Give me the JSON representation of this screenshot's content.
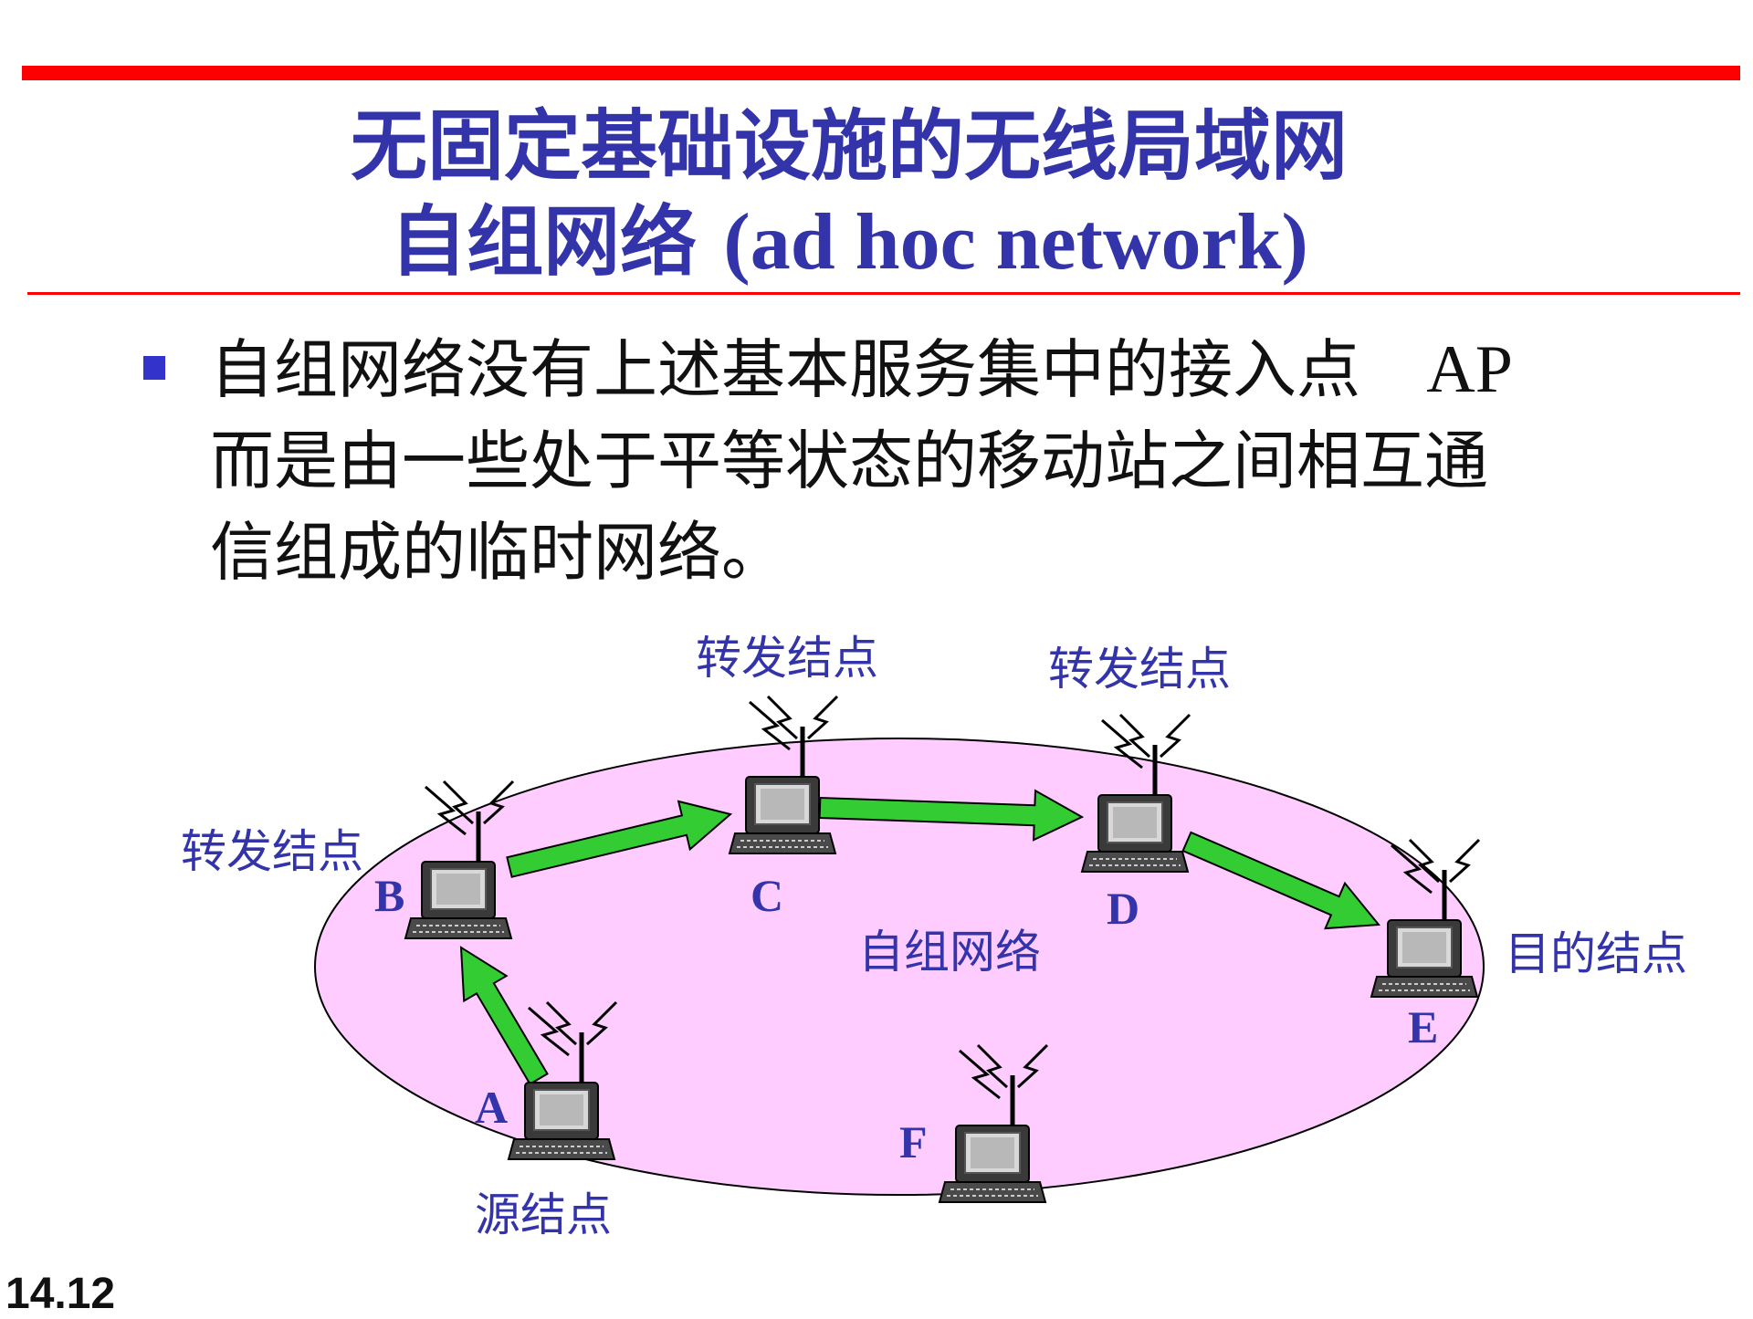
{
  "title": {
    "line1": "无固定基础设施的无线局域网",
    "line2_cn": "自组网络",
    "line2_en": "(ad hoc network)"
  },
  "body": {
    "line1": "自组网络没有上述基本服务集中的接入点",
    "line1_tail": "AP",
    "line2": "而是由一些处于平等状态的移动站之间相互通",
    "line3": "信组成的临时网络。"
  },
  "diagram": {
    "region_label": "自组网络",
    "region_color": "#ffccff",
    "arrow_color": "#33cc33",
    "label_color": "#3333aa",
    "nodes": [
      {
        "id": "A",
        "label": "源结点"
      },
      {
        "id": "B",
        "label": "转发结点"
      },
      {
        "id": "C",
        "label": "转发结点"
      },
      {
        "id": "D",
        "label": "转发结点"
      },
      {
        "id": "E",
        "label": "目的结点"
      },
      {
        "id": "F",
        "label": ""
      }
    ],
    "edges": [
      {
        "from": "A",
        "to": "B"
      },
      {
        "from": "B",
        "to": "C"
      },
      {
        "from": "C",
        "to": "D"
      },
      {
        "from": "D",
        "to": "E"
      }
    ]
  },
  "page_number": "14.12"
}
